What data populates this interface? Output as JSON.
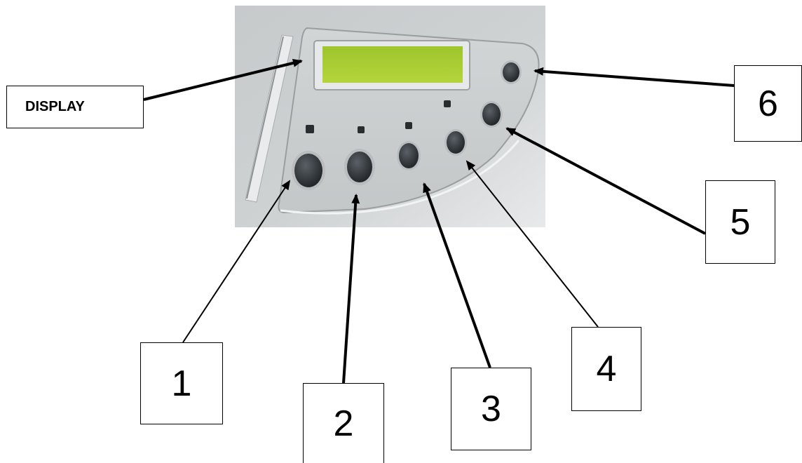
{
  "labels": {
    "display": "DISPLAY",
    "c1": "1",
    "c2": "2",
    "c3": "3",
    "c4": "4",
    "c5": "5",
    "c6": "6"
  },
  "colors": {
    "panel": "#c9cccd",
    "lcd": "#a8cc30",
    "button": "#2e3236",
    "arrow": "#000000"
  },
  "icons": [
    "device-panel-photo",
    "lcd-display",
    "control-button",
    "indicator-led",
    "arrow"
  ]
}
